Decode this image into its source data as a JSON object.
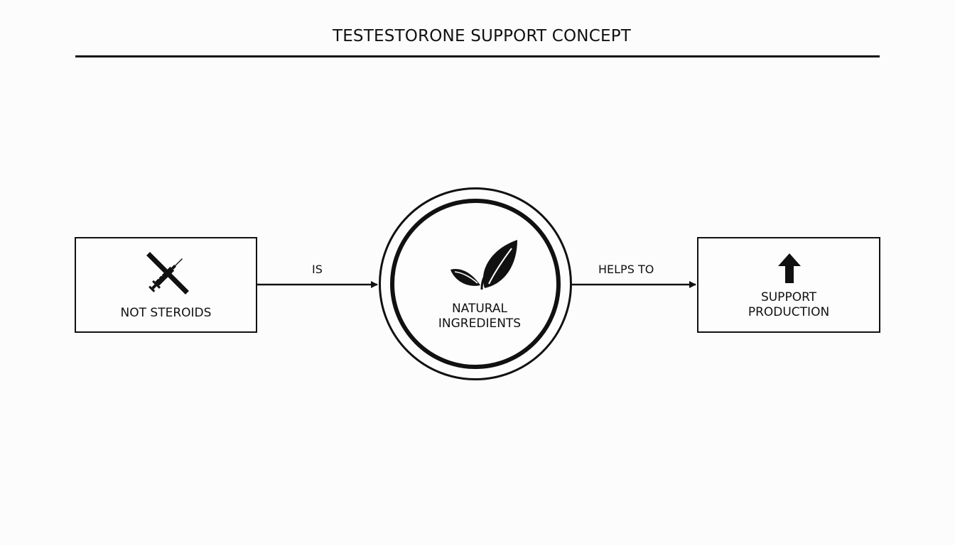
{
  "title": "TESTESTORONE SUPPORT CONCEPT",
  "nodes": {
    "left": {
      "label": "NOT STEROIDS",
      "icon": "crossed-out-syringe-icon"
    },
    "center": {
      "line1": "NATURAL",
      "line2": "INGREDIENTS",
      "icon": "leaf-icon"
    },
    "right": {
      "line1": "SUPPORT",
      "line2": "PRODUCTION",
      "icon": "arrow-up-icon"
    }
  },
  "edges": {
    "is": "IS",
    "helps_to": "HELPS TO"
  },
  "colors": {
    "ink": "#111111",
    "background": "#fcfcfc"
  }
}
